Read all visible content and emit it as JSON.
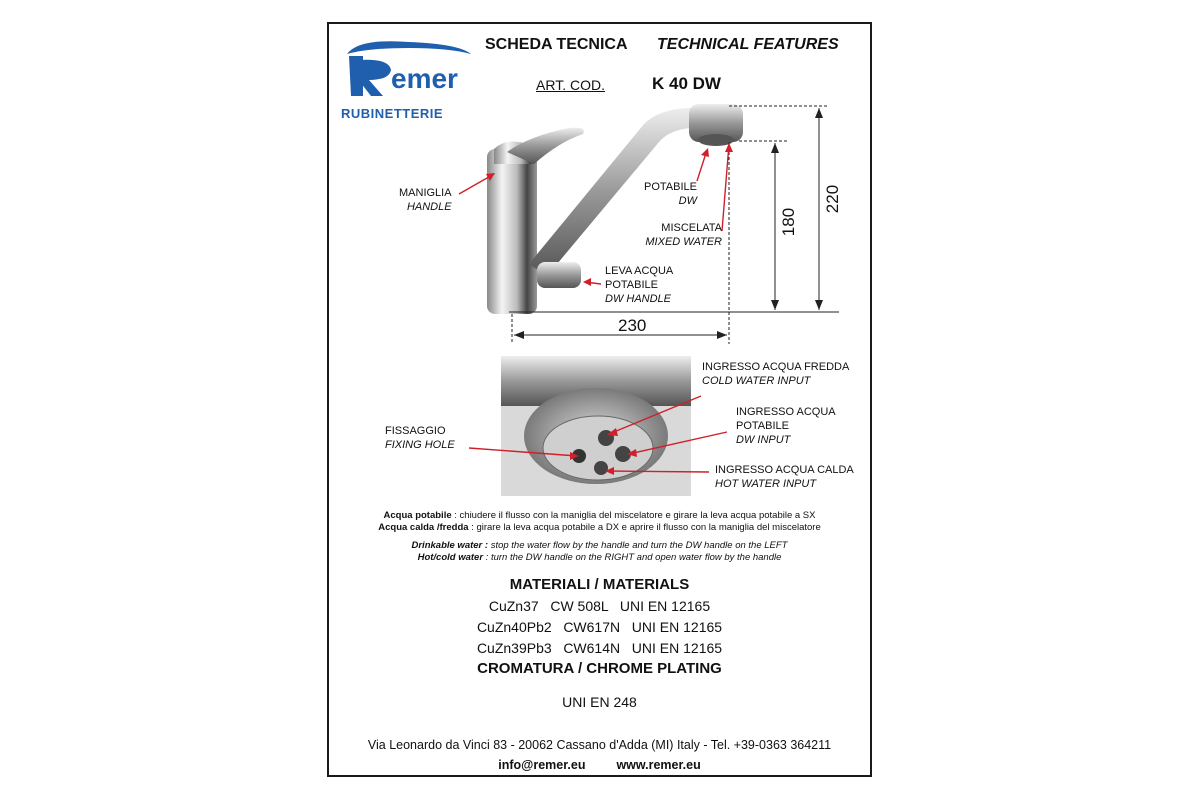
{
  "brand": {
    "logo_text": "Remer",
    "subtitle": "RUBINETTERIE",
    "colors": {
      "brand_blue": "#1f5fae",
      "arrow_red": "#d0202a"
    }
  },
  "header": {
    "title_it": "SCHEDA TECNICA",
    "title_en": "TECHNICAL FEATURES",
    "art_label": "ART. COD.",
    "art_code": "K 40 DW"
  },
  "faucet_labels": {
    "handle_it": "MANIGLIA",
    "handle_en": "HANDLE",
    "dw_it": "POTABILE",
    "dw_en": "DW",
    "mixed_it": "MISCELATA",
    "mixed_en": "MIXED WATER",
    "lever_it_1": "LEVA ACQUA",
    "lever_it_2": "POTABILE",
    "lever_en": "DW HANDLE"
  },
  "dimensions": {
    "height_total": "220",
    "height_spout": "180",
    "reach": "230"
  },
  "base_labels": {
    "cold_it": "INGRESSO ACQUA FREDDA",
    "cold_en": "COLD WATER INPUT",
    "dw_in_it_1": "INGRESSO ACQUA",
    "dw_in_it_2": "POTABILE",
    "dw_in_en": "DW INPUT",
    "hot_it": "INGRESSO ACQUA CALDA",
    "hot_en": "HOT WATER INPUT",
    "fix_it": "FISSAGGIO",
    "fix_en": "FIXING HOLE"
  },
  "instructions": {
    "l1_key": "Acqua potabile",
    "l1_text": " : chiudere il flusso con la maniglia del miscelatore e girare la leva acqua potabile a SX",
    "l2_key": "Acqua calda /fredda",
    "l2_text": " : girare la leva acqua potabile a DX e aprire il flusso con la maniglia del miscelatore",
    "l3_key": "Drinkable water :",
    "l3_text": " stop the water flow by the handle and turn the DW handle on the LEFT",
    "l4_key": "Hot/cold water",
    "l4_text": " : turn the DW handle on the RIGHT and open water flow by the handle"
  },
  "materials": {
    "heading": "MATERIALI / MATERIALS",
    "rows": [
      "CuZn37   CW 508L   UNI EN 12165",
      "CuZn40Pb2   CW617N   UNI EN 12165",
      "CuZn39Pb3   CW614N   UNI EN 12165"
    ],
    "plating_heading": "CROMATURA / CHROME PLATING",
    "plating_std": "UNI EN 248"
  },
  "footer": {
    "address": "Via Leonardo da Vinci 83 - 20062 Cassano d'Adda (MI) Italy - Tel. +39-0363 364211",
    "email": "info@remer.eu",
    "web": "www.remer.eu"
  }
}
